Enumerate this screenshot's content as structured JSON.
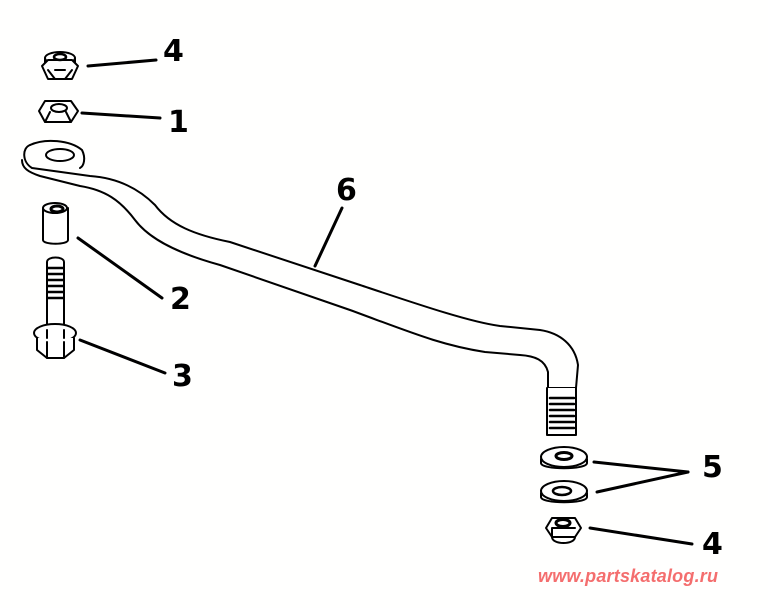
{
  "diagram": {
    "type": "exploded-parts-diagram",
    "subject": "steering link rod assembly",
    "parts": [
      {
        "callout": "1",
        "name": "hex-nut"
      },
      {
        "callout": "2",
        "name": "spacer-sleeve"
      },
      {
        "callout": "3",
        "name": "flange-bolt"
      },
      {
        "callout": "4",
        "name": "lock-nut"
      },
      {
        "callout": "5",
        "name": "washer"
      },
      {
        "callout": "6",
        "name": "link-rod"
      }
    ],
    "callouts": [
      {
        "id": "top-4",
        "label": "4"
      },
      {
        "id": "1",
        "label": "1"
      },
      {
        "id": "6",
        "label": "6"
      },
      {
        "id": "2",
        "label": "2"
      },
      {
        "id": "3",
        "label": "3"
      },
      {
        "id": "5",
        "label": "5"
      },
      {
        "id": "bottom-4",
        "label": "4"
      }
    ],
    "colors": {
      "background": "#fffffe",
      "line": "#000000",
      "watermark": "#f46e6e"
    }
  },
  "watermark": {
    "text": "www.partskatalog.ru"
  }
}
